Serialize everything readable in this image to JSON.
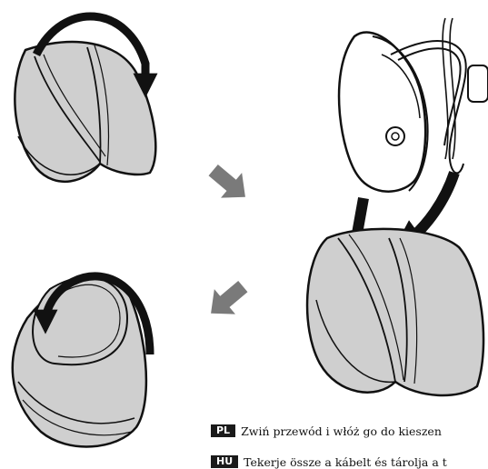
{
  "colors": {
    "pouch_fill": "#cfcfcf",
    "pouch_stroke": "#111111",
    "device_fill": "#ffffff",
    "arrow_black": "#111111",
    "arrow_grey": "#7a7a7a",
    "badge_bg": "#1a1a1a"
  },
  "captions": [
    {
      "lang": "PL",
      "text": "Zwiń przewód i włóż go do kieszen"
    },
    {
      "lang": "HU",
      "text": "Tekerje össze a kábelt és tárolja a t"
    }
  ]
}
